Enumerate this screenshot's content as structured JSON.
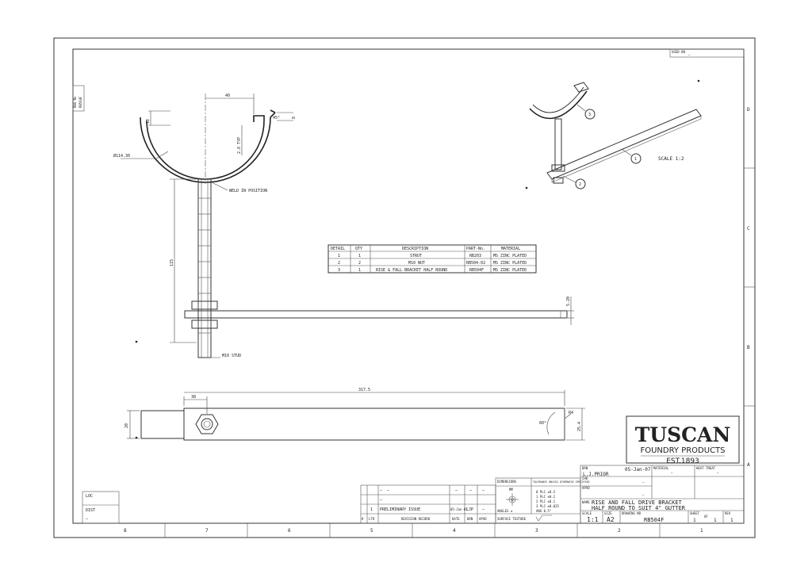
{
  "border": {
    "top_right_label": "USED ON",
    "top_right_value": "—",
    "left_tab_label": "DWG No",
    "left_tab_value": "RB504F",
    "grid_numbers": [
      "8",
      "7",
      "6",
      "5",
      "4",
      "3",
      "2",
      "1"
    ],
    "grid_letters": [
      "D",
      "C",
      "B",
      "A"
    ]
  },
  "view_front": {
    "dim_top": "40",
    "dim_left_small": "12",
    "dim_right_small": "8",
    "dim_angle": "45°",
    "dim_thickness": "2.8 TYP",
    "dim_diameter": "Ø114.30",
    "note_weld": "WELD IN POSITION",
    "dim_height": "115",
    "dim_strut": "5.20",
    "note_stud": "M10 STUD"
  },
  "view_plan": {
    "dim_offset": "38",
    "dim_length": "317.5",
    "dim_width": "20",
    "dim_angle": "60°",
    "dim_radius": "R4",
    "dim_end": "25.4"
  },
  "iso": {
    "scale_label": "SCALE 1:2",
    "balloons": [
      "1",
      "2",
      "3"
    ]
  },
  "bom": {
    "headers": [
      "DETAIL",
      "QTY",
      "DESCRIPTION",
      "PART-No.",
      "MATERIAL"
    ],
    "rows": [
      [
        "1",
        "1",
        "STRUT",
        "RB203",
        "MS ZINC PLATED"
      ],
      [
        "2",
        "2",
        "M10 NUT",
        "RB504-02",
        "MS ZINC PLATED"
      ],
      [
        "3",
        "1",
        "RISE & FALL BRACKET HALF ROUND",
        "RB504F",
        "MS ZINC PLATED"
      ]
    ]
  },
  "logo": {
    "name": "TUSCAN",
    "sub": "FOUNDRY PRODUCTS",
    "est": "EST.1893"
  },
  "left_boxes": {
    "loc_label": "LOC",
    "dist_label": "DIST",
    "dist_value": "—"
  },
  "revisions": {
    "rows": [
      [
        "—",
        "—",
        "—",
        "—",
        "—"
      ],
      [
        "—",
        "",
        "",
        "",
        ""
      ],
      [
        "1",
        "PRELIMINARY ISSUE",
        "05-Jan-07",
        "LJP",
        "—"
      ]
    ],
    "headers": [
      "#",
      "LTR",
      "REVISION RECORD",
      "DATE",
      "DRN",
      "APVD"
    ]
  },
  "tolerances": {
    "dimensions_label": "DIMENSIONS",
    "dimensions_value": "MM",
    "tol_title": "TOLERANCE UNLESS OTHERWISE SPECIFIED",
    "tol_lines": [
      "0 PLC ±0.5",
      "1 PLC ±0.2",
      "2 PLC ±0.1",
      "3 PLC ±0.025",
      "ANG 0.5°"
    ],
    "angles_label": "ANGLES ±",
    "surface_label": "SURFACE TEXTURE"
  },
  "title_block": {
    "drn_label": "DRN",
    "drn_value": "L.J.PRIOR",
    "date": "05-Jan-07",
    "chk_label": "CHK",
    "apvd_label": "APVD",
    "dash": "—",
    "material_label": "MATERIAL",
    "material_value": "—",
    "heat_label": "HEAT TREAT",
    "heat_value": "—",
    "name_label": "NAME",
    "title_line1": "RISE AND FALL DRIVE BRACKET",
    "title_line2": "HALF ROUND TO SUIT 4\" GUTTER",
    "scale_label": "SCALE",
    "scale_value": "1:1",
    "size_label": "SIZE",
    "size_value": "A2",
    "dwg_label": "DRAWING NO",
    "dwg_value": "RB504F",
    "sheet_label": "SHEET",
    "sheet_value": "1",
    "of_label": "OF",
    "of_value": "1",
    "rev_label": "REV",
    "rev_value": "1"
  }
}
